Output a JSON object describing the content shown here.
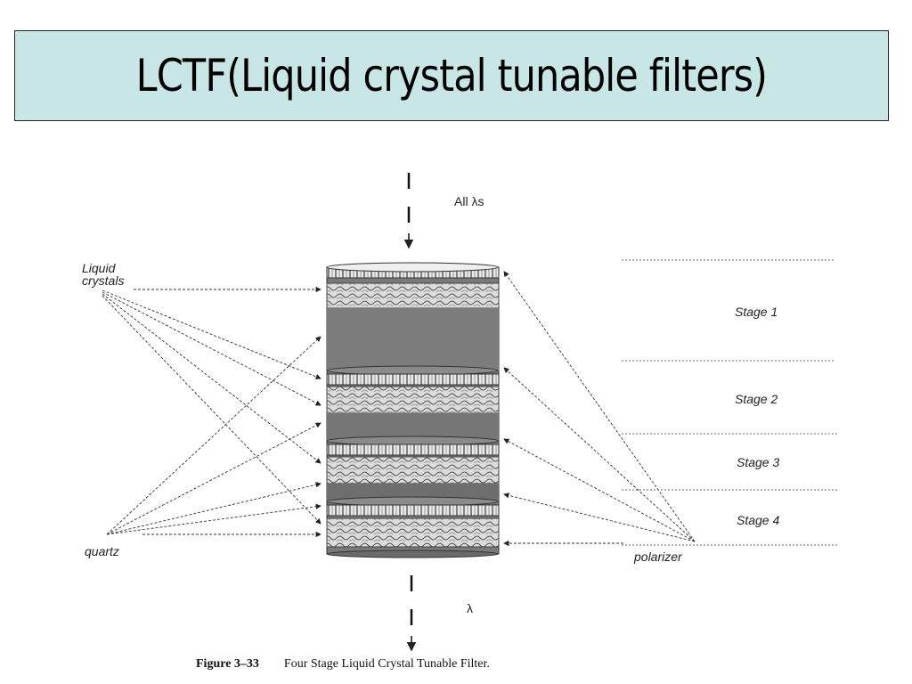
{
  "slide": {
    "title": "LCTF(Liquid crystal tunable filters)"
  },
  "diagram": {
    "input_label": "All λs",
    "output_label": "λ",
    "left_labels": {
      "liquid_crystals_line1": "Liquid",
      "liquid_crystals_line2": "crystals",
      "quartz": "quartz"
    },
    "right_labels": {
      "polarizer": "polarizer"
    },
    "stages": [
      "Stage 1",
      "Stage 2",
      "Stage 3",
      "Stage 4"
    ],
    "caption": {
      "figure_number": "Figure 3–33",
      "text": "Four Stage Liquid Crystal Tunable Filter."
    },
    "colors": {
      "title_background": "#c9e6e6",
      "body_fill": "#7a7a7a",
      "dark_band": "#6e6e6e"
    }
  }
}
